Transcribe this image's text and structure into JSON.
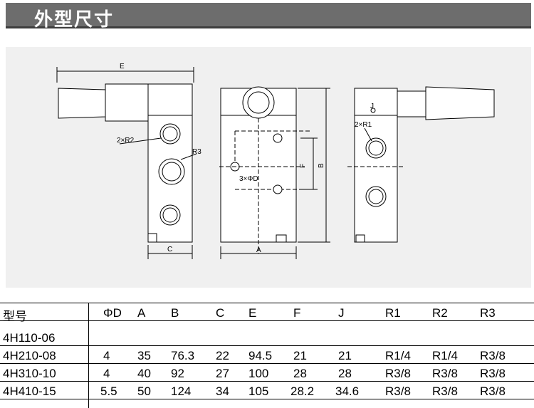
{
  "header": {
    "title": "外型尺寸"
  },
  "drawing": {
    "labels": {
      "e": "E",
      "r2_holes": "2×R2",
      "r3": "R3",
      "c": "C",
      "a": "A",
      "d_holes": "3×ΦD",
      "f": "F",
      "b": "B",
      "j": "J",
      "r1_holes": "2×R1"
    }
  },
  "table": {
    "columns": [
      "型号",
      "ΦD",
      "A",
      "B",
      "C",
      "E",
      "F",
      "J",
      "R1",
      "R2",
      "R3"
    ],
    "rows": [
      [
        "4H110-06",
        "",
        "",
        "",
        "",
        "",
        "",
        "",
        "",
        "",
        ""
      ],
      [
        "4H210-08",
        "4",
        "35",
        "76.3",
        "22",
        "94.5",
        "21",
        "21",
        "R1/4",
        "R1/4",
        "R3/8"
      ],
      [
        "4H310-10",
        "4",
        "40",
        "92",
        "27",
        "100",
        "28",
        "28",
        "R3/8",
        "R3/8",
        "R3/8"
      ],
      [
        "4H410-15",
        "5.5",
        "50",
        "124",
        "34",
        "105",
        "28.2",
        "34.6",
        "R3/8",
        "R3/8",
        "R3/8"
      ]
    ]
  }
}
